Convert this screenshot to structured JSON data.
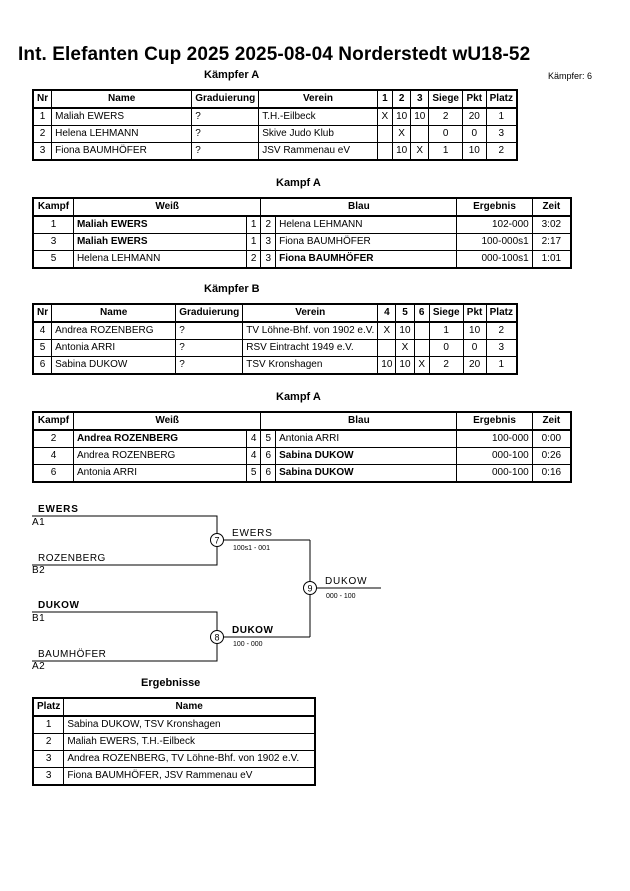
{
  "header": {
    "title": "Int. Elefanten Cup 2025  2025-08-04  Norderstedt   wU18-52",
    "fighters_count": "Kämpfer: 6"
  },
  "pool_a": {
    "title": "Kämpfer A",
    "columns": [
      "Nr",
      "Name",
      "Graduierung",
      "Verein",
      "1",
      "2",
      "3",
      "Siege",
      "Pkt",
      "Platz"
    ],
    "rows": [
      {
        "nr": "1",
        "name": "Maliah EWERS",
        "grad": "?",
        "club": "T.H.-Eilbeck",
        "m1": "X",
        "m2": "10",
        "m3": "10",
        "wins": "2",
        "pts": "20",
        "place": "1"
      },
      {
        "nr": "2",
        "name": "Helena LEHMANN",
        "grad": "?",
        "club": "Skive Judo Klub",
        "m1": "",
        "m2": "X",
        "m3": "",
        "wins": "0",
        "pts": "0",
        "place": "3"
      },
      {
        "nr": "3",
        "name": "Fiona BAUMHÖFER",
        "grad": "?",
        "club": "JSV Rammenau eV",
        "m1": "",
        "m2": "10",
        "m3": "X",
        "wins": "1",
        "pts": "10",
        "place": "2"
      }
    ]
  },
  "fights_a": {
    "title": "Kampf A",
    "columns": [
      "Kampf",
      "Weiß",
      "Blau",
      "Ergebnis",
      "Zeit"
    ],
    "rows": [
      {
        "no": "1",
        "white": "Maliah EWERS",
        "w_nr": "1",
        "b_nr": "2",
        "blue": "Helena LEHMANN",
        "result": "102-000",
        "time": "3:02",
        "winner": "white"
      },
      {
        "no": "3",
        "white": "Maliah EWERS",
        "w_nr": "1",
        "b_nr": "3",
        "blue": "Fiona BAUMHÖFER",
        "result": "100-000s1",
        "time": "2:17",
        "winner": "white"
      },
      {
        "no": "5",
        "white": "Helena LEHMANN",
        "w_nr": "2",
        "b_nr": "3",
        "blue": "Fiona BAUMHÖFER",
        "result": "000-100s1",
        "time": "1:01",
        "winner": "blue"
      }
    ]
  },
  "pool_b": {
    "title": "Kämpfer B",
    "columns": [
      "Nr",
      "Name",
      "Graduierung",
      "Verein",
      "4",
      "5",
      "6",
      "Siege",
      "Pkt",
      "Platz"
    ],
    "rows": [
      {
        "nr": "4",
        "name": "Andrea ROZENBERG",
        "grad": "?",
        "club": "TV Löhne-Bhf. von 1902 e.V.",
        "m1": "X",
        "m2": "10",
        "m3": "",
        "wins": "1",
        "pts": "10",
        "place": "2"
      },
      {
        "nr": "5",
        "name": "Antonia ARRI",
        "grad": "?",
        "club": "RSV Eintracht 1949 e.V.",
        "m1": "",
        "m2": "X",
        "m3": "",
        "wins": "0",
        "pts": "0",
        "place": "3"
      },
      {
        "nr": "6",
        "name": "Sabina DUKOW",
        "grad": "?",
        "club": "TSV Kronshagen",
        "m1": "10",
        "m2": "10",
        "m3": "X",
        "wins": "2",
        "pts": "20",
        "place": "1"
      }
    ]
  },
  "fights_b": {
    "title": "Kampf A",
    "columns": [
      "Kampf",
      "Weiß",
      "Blau",
      "Ergebnis",
      "Zeit"
    ],
    "rows": [
      {
        "no": "2",
        "white": "Andrea ROZENBERG",
        "w_nr": "4",
        "b_nr": "5",
        "blue": "Antonia ARRI",
        "result": "100-000",
        "time": "0:00",
        "winner": "white"
      },
      {
        "no": "4",
        "white": "Andrea ROZENBERG",
        "w_nr": "4",
        "b_nr": "6",
        "blue": "Sabina DUKOW",
        "result": "000-100",
        "time": "0:26",
        "winner": "blue"
      },
      {
        "no": "6",
        "white": "Antonia ARRI",
        "w_nr": "5",
        "b_nr": "6",
        "blue": "Sabina DUKOW",
        "result": "000-100",
        "time": "0:16",
        "winner": "blue"
      }
    ]
  },
  "bracket": {
    "sf1_top_name": "EWERS",
    "sf1_top_seed": "A1",
    "sf1_bottom_name": "ROZENBERG",
    "sf1_bottom_seed": "B2",
    "sf1_fight": "7",
    "sf1_winner": "EWERS",
    "sf1_score": "100s1 - 001",
    "sf2_top_name": "DUKOW",
    "sf2_top_seed": "B1",
    "sf2_bottom_name": "BAUMHÖFER",
    "sf2_bottom_seed": "A2",
    "sf2_fight": "8",
    "sf2_winner": "DUKOW",
    "sf2_score": "100 - 000",
    "final_fight": "9",
    "final_winner": "DUKOW",
    "final_score": "000 - 100"
  },
  "results": {
    "title": "Ergebnisse",
    "columns": [
      "Platz",
      "Name"
    ],
    "rows": [
      {
        "place": "1",
        "name": "Sabina DUKOW, TSV Kronshagen"
      },
      {
        "place": "2",
        "name": "Maliah EWERS, T.H.-Eilbeck"
      },
      {
        "place": "3",
        "name": "Andrea ROZENBERG, TV Löhne-Bhf. von 1902 e.V."
      },
      {
        "place": "3",
        "name": "Fiona BAUMHÖFER, JSV Rammenau eV"
      }
    ]
  }
}
